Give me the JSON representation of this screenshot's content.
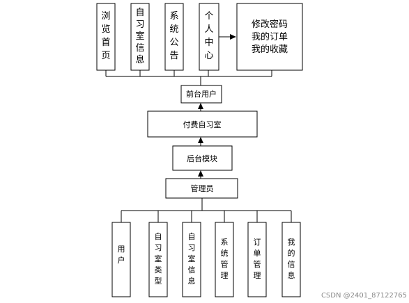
{
  "diagram": {
    "top_modules": [
      {
        "id": "browse_home",
        "label": "浏览首页"
      },
      {
        "id": "study_room_info",
        "label": "自习室信息"
      },
      {
        "id": "system_notice",
        "label": "系统公告"
      },
      {
        "id": "personal_center",
        "label": "个人中心"
      }
    ],
    "personal_center_detail": [
      "修改密码",
      "我的订单",
      "我的收藏"
    ],
    "front_user": "前台用户",
    "paid_study_room": "付费自习室",
    "backend_module": "后台模块",
    "admin": "管理员",
    "admin_modules": [
      {
        "id": "user",
        "label": "用户"
      },
      {
        "id": "study_room_type",
        "label": "自习室类型"
      },
      {
        "id": "study_room_info",
        "label": "自习室信息"
      },
      {
        "id": "system_management",
        "label": "系统管理"
      },
      {
        "id": "order_management",
        "label": "订单管理"
      },
      {
        "id": "my_info",
        "label": "我的信息"
      }
    ]
  },
  "watermark": "CSDN @2401_87122765"
}
